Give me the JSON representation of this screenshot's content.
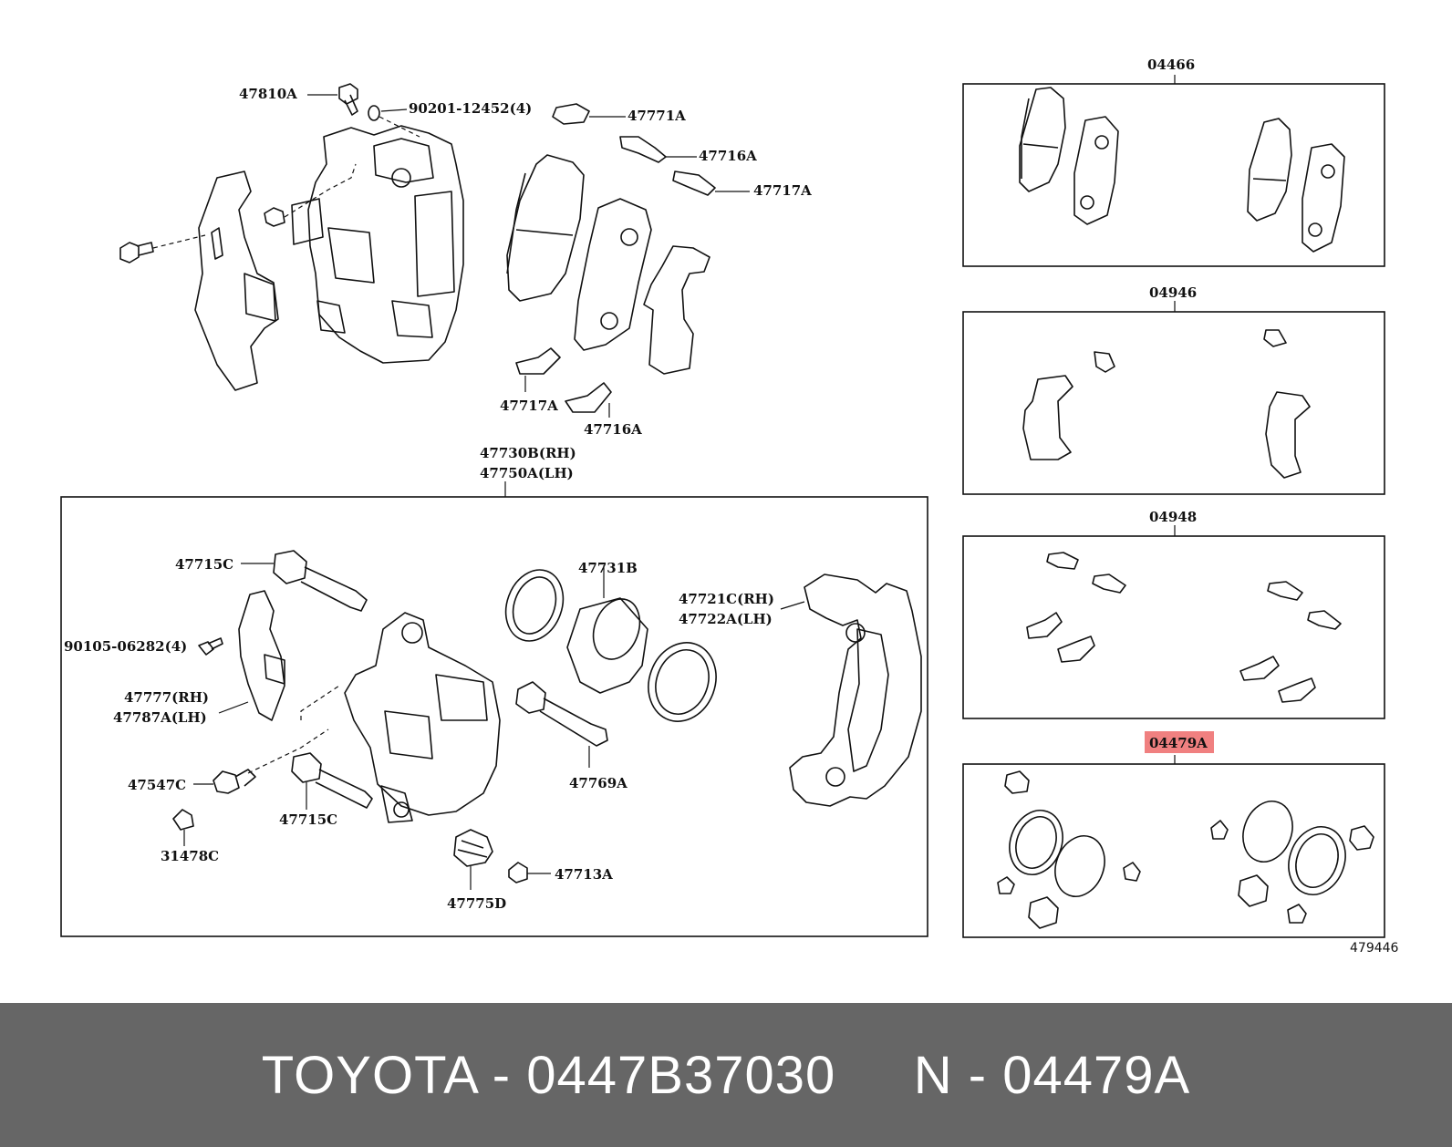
{
  "diagram": {
    "labels": {
      "p47810A": "47810A",
      "p90201": "90201-12452(4)",
      "p47771A": "47771A",
      "p47716A_top": "47716A",
      "p47717A_top": "47717A",
      "p47717A_bot": "47717A",
      "p47716A_bot": "47716A",
      "p47730B": "47730B(RH)",
      "p47750A": "47750A(LH)",
      "p47715C_top": "47715C",
      "p47731B": "47731B",
      "p47721C": "47721C(RH)",
      "p47722A": "47722A(LH)",
      "p90105": "90105-06282(4)",
      "p47777": "47777(RH)",
      "p47787A": "47787A(LH)",
      "p47547C": "47547C",
      "p47715C_bot": "47715C",
      "p47769A": "47769A",
      "p31478C": "31478C",
      "p47713A": "47713A",
      "p47775D": "47775D",
      "k04466": "04466",
      "k04946": "04946",
      "k04948": "04948",
      "k04479A": "04479A",
      "ref": "479446"
    },
    "highlight_color": "#f08080"
  },
  "footer": {
    "text": "TOYOTA - 0447B37030     N - 04479A",
    "background": "#666666",
    "color": "#ffffff"
  }
}
